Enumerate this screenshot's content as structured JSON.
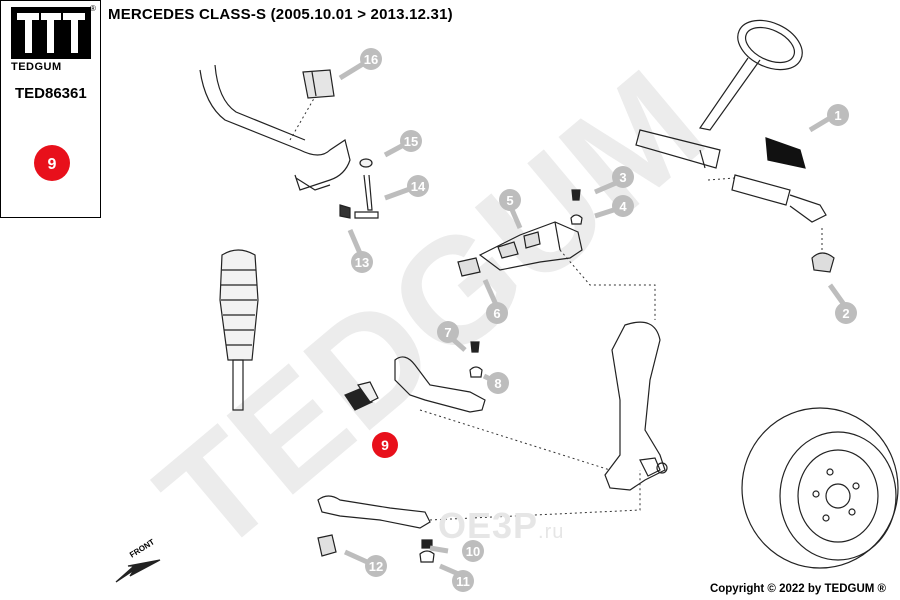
{
  "header": {
    "vehicle_title": "MERCEDES CLASS-S  (2005.10.01 > 2013.12.31)"
  },
  "brand": {
    "logo_text": "TEDGUM",
    "registered_mark": "®",
    "watermark_text": "TEDGUM",
    "part_code": "TED86361",
    "selected_part_number": "9",
    "highlight_color": "#e8101b"
  },
  "diagram": {
    "front_label": "FRONT",
    "parts": [
      {
        "number": "1",
        "highlighted": false
      },
      {
        "number": "2",
        "highlighted": false
      },
      {
        "number": "3",
        "highlighted": false
      },
      {
        "number": "4",
        "highlighted": false
      },
      {
        "number": "5",
        "highlighted": false
      },
      {
        "number": "6",
        "highlighted": false
      },
      {
        "number": "7",
        "highlighted": false
      },
      {
        "number": "8",
        "highlighted": false
      },
      {
        "number": "9",
        "highlighted": true
      },
      {
        "number": "10",
        "highlighted": false
      },
      {
        "number": "11",
        "highlighted": false
      },
      {
        "number": "12",
        "highlighted": false
      },
      {
        "number": "13",
        "highlighted": false
      },
      {
        "number": "14",
        "highlighted": false
      },
      {
        "number": "15",
        "highlighted": false
      },
      {
        "number": "16",
        "highlighted": false
      }
    ]
  },
  "footer": {
    "copyright": "Copyright © 2022 by TEDGUM ®"
  },
  "watermark_site": {
    "name": "OE3P",
    "suffix": ".ru"
  }
}
